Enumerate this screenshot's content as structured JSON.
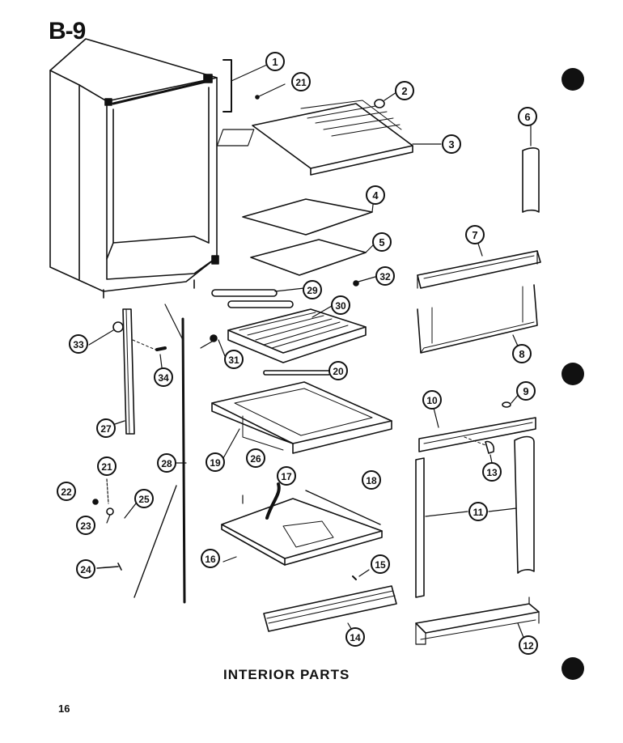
{
  "section_id": "B-9",
  "caption": "INTERIOR PARTS",
  "page_number": "16",
  "callouts": [
    {
      "part": "1",
      "label": "1"
    },
    {
      "part": "21",
      "label": "21"
    },
    {
      "part": "2",
      "label": "2"
    },
    {
      "part": "3",
      "label": "3"
    },
    {
      "part": "6",
      "label": "6"
    },
    {
      "part": "4",
      "label": "4"
    },
    {
      "part": "5",
      "label": "5"
    },
    {
      "part": "7",
      "label": "7"
    },
    {
      "part": "29",
      "label": "29"
    },
    {
      "part": "32",
      "label": "32"
    },
    {
      "part": "30",
      "label": "30"
    },
    {
      "part": "8",
      "label": "8"
    },
    {
      "part": "33",
      "label": "33"
    },
    {
      "part": "31",
      "label": "31"
    },
    {
      "part": "20",
      "label": "20"
    },
    {
      "part": "34",
      "label": "34"
    },
    {
      "part": "9",
      "label": "9"
    },
    {
      "part": "10",
      "label": "10"
    },
    {
      "part": "27",
      "label": "27"
    },
    {
      "part": "19",
      "label": "19"
    },
    {
      "part": "13",
      "label": "13"
    },
    {
      "part": "21",
      "label": "21"
    },
    {
      "part": "28",
      "label": "28"
    },
    {
      "part": "26",
      "label": "26"
    },
    {
      "part": "17",
      "label": "17"
    },
    {
      "part": "18",
      "label": "18"
    },
    {
      "part": "22",
      "label": "22"
    },
    {
      "part": "25",
      "label": "25"
    },
    {
      "part": "11",
      "label": "11"
    },
    {
      "part": "23",
      "label": "23"
    },
    {
      "part": "16",
      "label": "16"
    },
    {
      "part": "24",
      "label": "24"
    },
    {
      "part": "15",
      "label": "15"
    },
    {
      "part": "14",
      "label": "14"
    },
    {
      "part": "12",
      "label": "12"
    }
  ]
}
